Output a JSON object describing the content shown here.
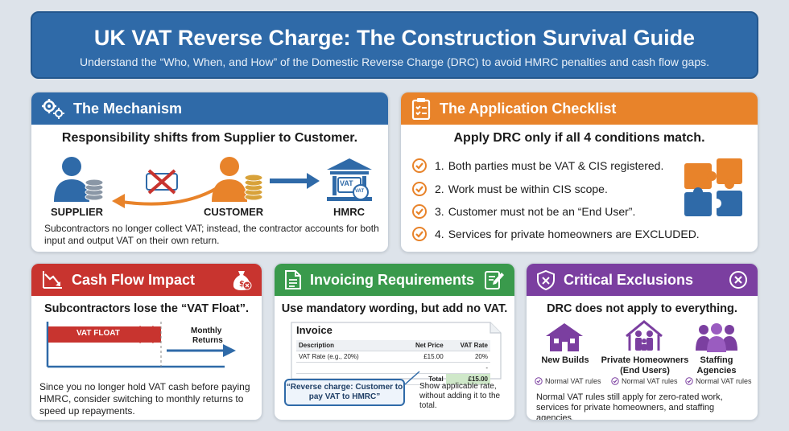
{
  "header": {
    "title": "UK VAT Reverse Charge: The Construction Survival Guide",
    "subtitle": "Understand the “Who, When, and How” of the Domestic Reverse Charge (DRC) to avoid HMRC penalties and cash flow gaps."
  },
  "mechanism": {
    "title": "The Mechanism",
    "subtitle": "Responsibility shifts from Supplier to Customer.",
    "supplier_label": "SUPPLIER",
    "customer_label": "CUSTOMER",
    "hmrc_label": "HMRC",
    "vat_icon_text": "VAT",
    "description": "Subcontractors no longer collect VAT; instead, the contractor accounts for both input and output VAT on their own return."
  },
  "checklist": {
    "title": "The Application Checklist",
    "subtitle": "Apply DRC only if all 4 conditions match.",
    "items": [
      {
        "num": "1.",
        "text": "Both parties must be VAT & CIS registered."
      },
      {
        "num": "2.",
        "text": "Work must be within CIS scope."
      },
      {
        "num": "3.",
        "text": "Customer must not be an “End User”."
      },
      {
        "num": "4.",
        "text": "Services for private homeowners are EXCLUDED."
      }
    ]
  },
  "cashflow": {
    "title": "Cash Flow Impact",
    "subtitle": "Subcontractors lose the “VAT Float”.",
    "vat_float_label": "VAT FLOAT",
    "monthly_label": "Monthly",
    "returns_label": "Returns",
    "description": "Since you no longer hold VAT cash before paying HMRC, consider switching to monthly returns to speed up repayments."
  },
  "invoicing": {
    "title": "Invoicing Requirements",
    "subtitle": "Use mandatory wording, but add no VAT.",
    "invoice_title": "Invoice",
    "columns": [
      "Description",
      "Net Price",
      "VAT Rate"
    ],
    "row": {
      "description": "VAT Rate (e.g., 20%)",
      "net_price": "£15.00",
      "vat_rate": "20%"
    },
    "empty_rate": "-",
    "total_label": "Total",
    "total_value": "£15.00",
    "callout": "“Reverse charge: Customer to pay VAT to HMRC”",
    "note": "Show applicable rate, without adding it to the total."
  },
  "exclusions": {
    "title": "Critical Exclusions",
    "subtitle": "DRC does not apply to everything.",
    "items": [
      {
        "label": "New Builds",
        "note": "Normal VAT rules"
      },
      {
        "label": "Private Homeowners (End Users)",
        "note": "Normal VAT rules"
      },
      {
        "label": "Staffing Agencies",
        "note": "Normal VAT rules"
      }
    ],
    "description": "Normal VAT rules still apply for zero-rated work, services for private homeowners, and staffing agencies."
  },
  "colors": {
    "blue": "#2f6aa8",
    "orange": "#e8832a",
    "red": "#c8342f",
    "green": "#3a9a4c",
    "purple": "#7b3fa0"
  }
}
